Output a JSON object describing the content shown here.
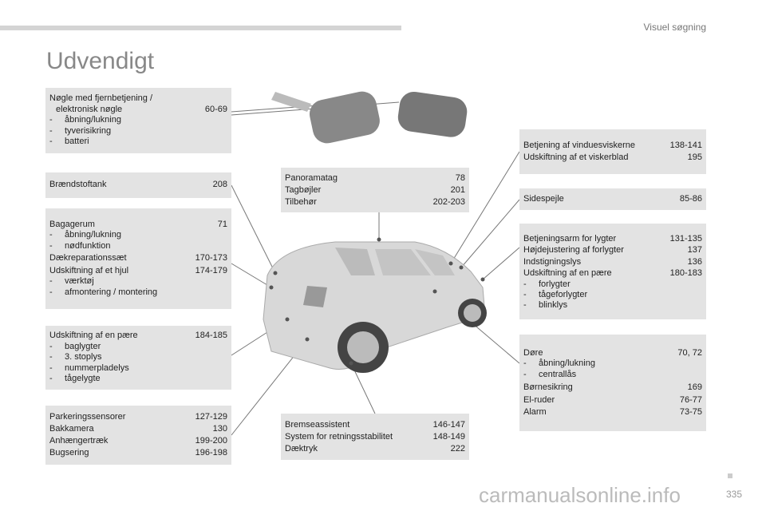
{
  "header": {
    "section": "Visuel søgning",
    "title": "Udvendigt"
  },
  "boxes": {
    "key": {
      "title": "Nøgle med fjernbetjening /",
      "title2": "elektronisk nøgle",
      "page": "60-69",
      "subs": [
        "åbning/lukning",
        "tyverisikring",
        "batteri"
      ]
    },
    "fuel": {
      "label": "Brændstoftank",
      "page": "208"
    },
    "boot": {
      "rows": [
        {
          "label": "Bagagerum",
          "page": "71"
        },
        {
          "label": "Dækreparationssæt",
          "page": "170-173"
        },
        {
          "label": "Udskiftning af et hjul",
          "page": "174-179"
        }
      ],
      "subs1": [
        "åbning/lukning",
        "nødfunktion"
      ],
      "subs2": [
        "værktøj",
        "afmontering / montering"
      ]
    },
    "rearbulb": {
      "label": "Udskiftning af en pære",
      "page": "184-185",
      "subs": [
        "baglygter",
        "3. stoplys",
        "nummerpladelys",
        "tågelygte"
      ]
    },
    "parking": {
      "rows": [
        {
          "label": "Parkeringssensorer",
          "page": "127-129"
        },
        {
          "label": "Bakkamera",
          "page": "130"
        },
        {
          "label": "Anhængertræk",
          "page": "199-200"
        },
        {
          "label": "Bugsering",
          "page": "196-198"
        }
      ]
    },
    "roof": {
      "rows": [
        {
          "label": "Panoramatag",
          "page": "78"
        },
        {
          "label": "Tagbøjler",
          "page": "201"
        },
        {
          "label": "Tilbehør",
          "page": "202-203"
        }
      ]
    },
    "brake": {
      "rows": [
        {
          "label": "Bremseassistent",
          "page": "146-147"
        },
        {
          "label": "System for retningsstabilitet",
          "page": "148-149"
        },
        {
          "label": "Dæktryk",
          "page": "222"
        }
      ]
    },
    "wipers": {
      "rows": [
        {
          "label": "Betjening af vinduesviskerne",
          "page": "138-141"
        },
        {
          "label": "Udskiftning af et viskerblad",
          "page": "195"
        }
      ]
    },
    "mirrors": {
      "label": "Sidespejle",
      "page": "85-86"
    },
    "lights": {
      "rows": [
        {
          "label": "Betjeningsarm for lygter",
          "page": "131-135"
        },
        {
          "label": "Højdejustering af forlygter",
          "page": "137"
        },
        {
          "label": "Indstigningslys",
          "page": "136"
        },
        {
          "label": "Udskiftning af en pære",
          "page": "180-183"
        }
      ],
      "subs": [
        "forlygter",
        "tågeforlygter",
        "blinklys"
      ]
    },
    "doors": {
      "rows": [
        {
          "label": "Døre",
          "page": "70, 72"
        },
        {
          "label": "Børnesikring",
          "page": "169"
        },
        {
          "label": "El-ruder",
          "page": "76-77"
        },
        {
          "label": "Alarm",
          "page": "73-75"
        }
      ],
      "subs": [
        "åbning/lukning",
        "centrallås"
      ]
    }
  },
  "footer": {
    "page": "335",
    "watermark": "carmanualsonline.info"
  }
}
